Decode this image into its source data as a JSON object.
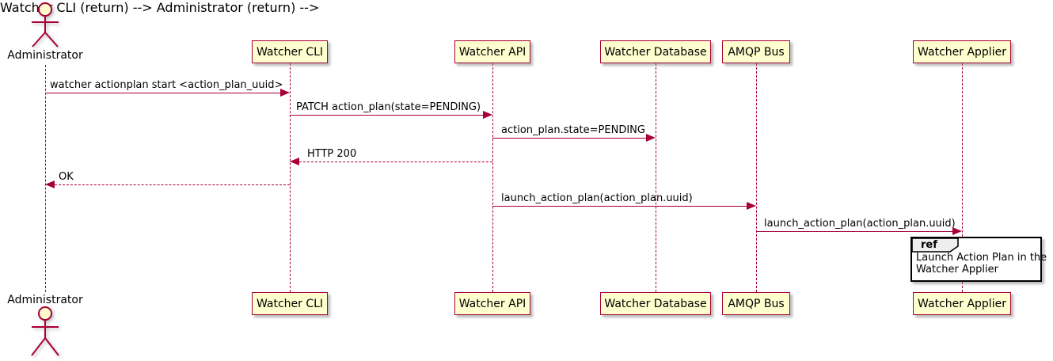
{
  "actor": {
    "label": "Administrator"
  },
  "participants": [
    {
      "label": "Watcher CLI"
    },
    {
      "label": "Watcher API"
    },
    {
      "label": "Watcher Database"
    },
    {
      "label": "AMQP Bus"
    },
    {
      "label": "Watcher Applier"
    }
  ],
  "messages": [
    {
      "label": "watcher actionplan start <action_plan_uuid>",
      "from": "Administrator",
      "to": "Watcher CLI",
      "line": "solid"
    },
    {
      "label": "PATCH action_plan(state=PENDING)",
      "from": "Watcher CLI",
      "to": "Watcher API",
      "line": "solid"
    },
    {
      "label": "action_plan.state=PENDING",
      "from": "Watcher API",
      "to": "Watcher Database",
      "line": "solid"
    },
    {
      "label": "HTTP 200",
      "from": "Watcher API",
      "to": "Watcher CLI",
      "line": "dashed"
    },
    {
      "label": "OK",
      "from": "Watcher CLI",
      "to": "Administrator",
      "line": "dashed"
    },
    {
      "label": "launch_action_plan(action_plan.uuid)",
      "from": "Watcher API",
      "to": "AMQP Bus",
      "line": "solid"
    },
    {
      "label": "launch_action_plan(action_plan.uuid)",
      "from": "AMQP Bus",
      "to": "Watcher Applier",
      "line": "solid"
    }
  ],
  "ref_fragment": {
    "keyword": "ref",
    "lines": [
      "Launch Action Plan in the",
      "Watcher Applier"
    ]
  },
  "colors": {
    "participant_fill": "#FEFECE",
    "border": "#A80036",
    "arrow": "#A80036",
    "text": "#000000",
    "ref_header_fill": "#EEEEEE",
    "ref_border": "#000000",
    "background": "#FFFFFF"
  }
}
